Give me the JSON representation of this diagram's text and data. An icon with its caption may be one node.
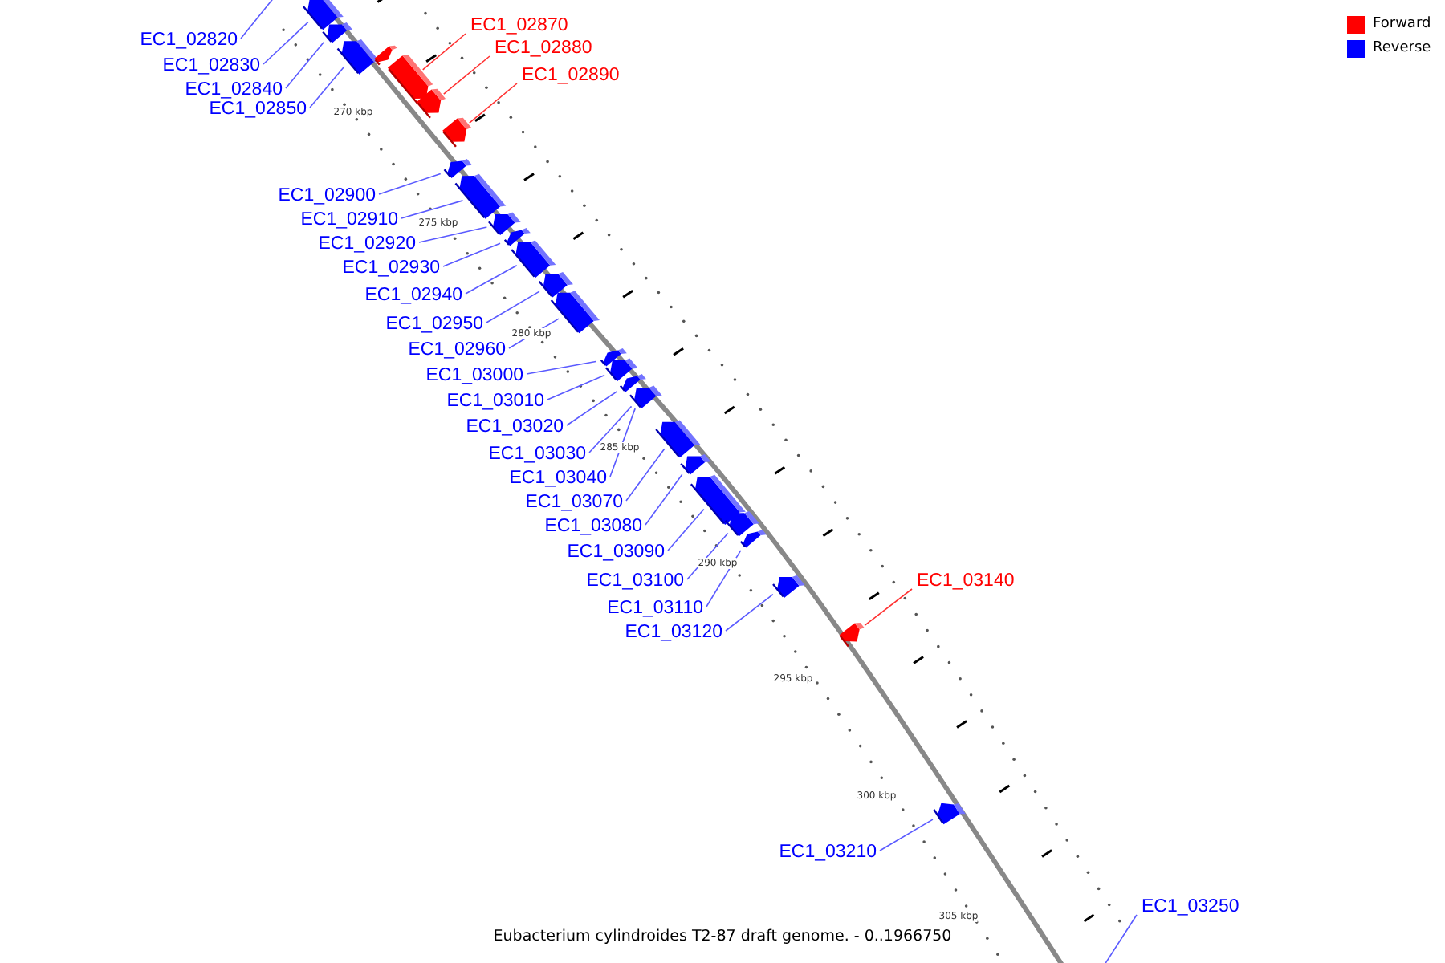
{
  "diagram": {
    "caption": "Eubacterium cylindroides T2-87 draft genome. - 0..1966750",
    "nodes": [
      {
        "text": [
          "EC1_02820"
        ]
      },
      {
        "text": [
          "EC1_02830"
        ]
      },
      {
        "text": [],
        "shape": "box"
      },
      {
        "text": [
          "EC1_02840"
        ]
      },
      {
        "text": [],
        "shape": "box"
      },
      {
        "text": [
          "EC1_02850"
        ]
      },
      {
        "text": [],
        "shape": "box"
      },
      {
        "text": [],
        "shape": "box"
      },
      {
        "text": [
          "EC1_02870"
        ]
      },
      {
        "text": [],
        "shape": "box"
      },
      {
        "text": [
          "EC1_02880"
        ]
      },
      {
        "text": [],
        "shape": "box"
      },
      {
        "text": [
          "EC1_02890"
        ]
      },
      {
        "text": [],
        "shape": "box"
      },
      {
        "text": [
          "EC1_02900"
        ]
      },
      {
        "text": [],
        "shape": "box"
      },
      {
        "text": [
          "EC1_02910"
        ]
      },
      {
        "text": [],
        "shape": "box"
      },
      {
        "text": [
          "EC1_02920"
        ]
      },
      {
        "text": [],
        "shape": "box"
      },
      {
        "text": [
          "EC1_02930"
        ]
      },
      {
        "text": [],
        "shape": "box"
      },
      {
        "text": [
          "EC1_02940"
        ]
      },
      {
        "text": [],
        "shape": "box"
      },
      {
        "text": [
          "EC1_02950"
        ]
      },
      {
        "text": [],
        "shape": "box"
      },
      {
        "text": [
          "EC1_02960"
        ]
      },
      {
        "text": [],
        "shape": "box"
      },
      {
        "text": [
          "EC1_03000"
        ]
      },
      {
        "text": [],
        "shape": "box"
      },
      {
        "text": [
          "EC1_03010"
        ]
      },
      {
        "text": [],
        "shape": "box"
      },
      {
        "text": [
          "EC1_03020"
        ]
      },
      {
        "text": [],
        "shape": "box"
      },
      {
        "text": [
          "EC1_03030"
        ]
      },
      {
        "text": [],
        "shape": "box"
      },
      {
        "text": [
          "EC1_03040"
        ]
      },
      {
        "text": [
          "EC1_03070"
        ]
      },
      {
        "text": [],
        "shape": "box"
      },
      {
        "text": [
          "EC1_03080"
        ]
      },
      {
        "text": [],
        "shape": "box"
      },
      {
        "text": [
          "EC1_03090"
        ]
      },
      {
        "text": [],
        "shape": "box"
      },
      {
        "text": [
          "EC1_03100"
        ]
      },
      {
        "text": [],
        "shape": "box"
      },
      {
        "text": [
          "EC1_03110"
        ]
      },
      {
        "text": [],
        "shape": "box"
      },
      {
        "text": [
          "EC1_03120"
        ]
      },
      {
        "text": [],
        "shape": "box"
      },
      {
        "text": [
          "EC1_03140"
        ]
      },
      {
        "text": [],
        "shape": "box"
      },
      {
        "text": [
          "EC1_03210"
        ]
      },
      {
        "text": [],
        "shape": "box"
      },
      {
        "text": [
          "EC1_03250"
        ]
      }
    ],
    "edges": [
      {
        "from": 0,
        "to": null,
        "arrow": "none"
      },
      {
        "from": 1,
        "to": 2,
        "arrow": "none"
      },
      {
        "from": 3,
        "to": 4,
        "arrow": "none"
      },
      {
        "from": 5,
        "to": 6,
        "arrow": "none"
      },
      {
        "from": 8,
        "to": 9,
        "arrow": "none",
        "color": "#ff3030"
      },
      {
        "from": 10,
        "to": 11,
        "arrow": "none",
        "color": "#ff3030"
      },
      {
        "from": 12,
        "to": 13,
        "arrow": "none",
        "color": "#ff3030"
      },
      {
        "from": 14,
        "to": 15,
        "arrow": "none"
      },
      {
        "from": 16,
        "to": 17,
        "arrow": "none"
      },
      {
        "from": 18,
        "to": 19,
        "arrow": "none"
      },
      {
        "from": 20,
        "to": 21,
        "arrow": "none"
      },
      {
        "from": 22,
        "to": 23,
        "arrow": "none"
      },
      {
        "from": 24,
        "to": 25,
        "arrow": "none"
      },
      {
        "from": 26,
        "to": 27,
        "arrow": "none"
      },
      {
        "from": 28,
        "to": 29,
        "arrow": "none"
      },
      {
        "from": 30,
        "to": 31,
        "arrow": "none"
      },
      {
        "from": 32,
        "to": 33,
        "arrow": "none"
      },
      {
        "from": 34,
        "to": 35,
        "arrow": "none"
      },
      {
        "from": 36,
        "to": 35,
        "arrow": "none"
      },
      {
        "from": 37,
        "to": 38,
        "arrow": "none"
      },
      {
        "from": 39,
        "to": 40,
        "arrow": "none"
      },
      {
        "from": 41,
        "to": 42,
        "arrow": "none"
      },
      {
        "from": 43,
        "to": 44,
        "arrow": "none"
      },
      {
        "from": 45,
        "to": 46,
        "arrow": "none"
      },
      {
        "from": 47,
        "to": 48,
        "arrow": "none"
      },
      {
        "from": 49,
        "to": 50,
        "arrow": "none",
        "color": "#ff3030"
      },
      {
        "from": 51,
        "to": 52,
        "arrow": "none"
      },
      {
        "from": 53,
        "to": null,
        "arrow": "none"
      }
    ],
    "labels": [
      "270 kbp",
      "275 kbp",
      "280 kbp",
      "285 kbp",
      "290 kbp",
      "295 kbp",
      "300 kbp",
      "305 kbp"
    ],
    "legend": [
      {
        "text": "Forward",
        "color": "#ff0000"
      },
      {
        "text": "Reverse",
        "color": "#0000ff"
      }
    ]
  }
}
